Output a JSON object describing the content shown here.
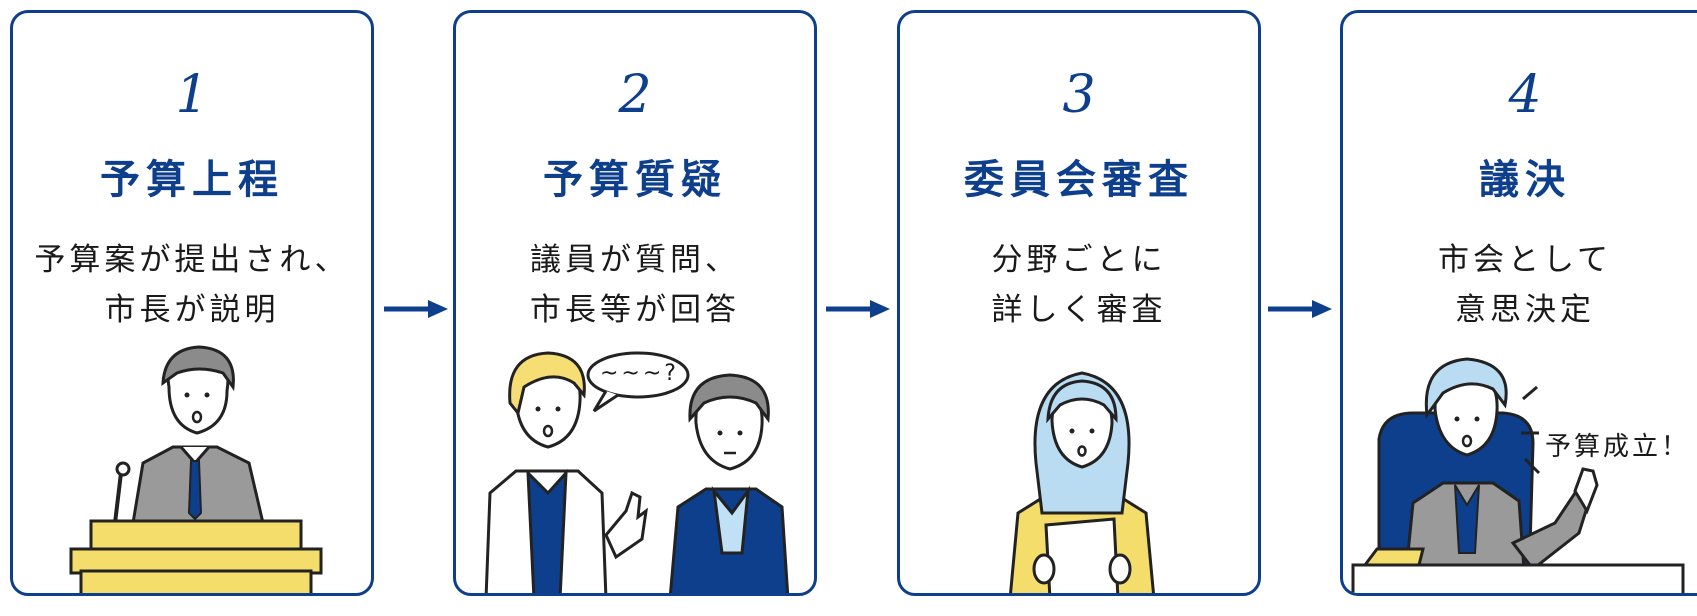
{
  "steps": [
    {
      "number": "1",
      "title": "予算上程",
      "desc_lines": [
        "予算案が提出され、",
        "市長が説明"
      ]
    },
    {
      "number": "2",
      "title": "予算質疑",
      "desc_lines": [
        "議員が質問、",
        "市長等が回答"
      ],
      "bubble": "~~~?"
    },
    {
      "number": "3",
      "title": "委員会審査",
      "desc_lines": [
        "分野ごとに",
        "詳しく審査"
      ]
    },
    {
      "number": "4",
      "title": "議決",
      "desc_lines": [
        "市会として",
        "意思決定"
      ],
      "speech": "予算成立！"
    }
  ],
  "colors": {
    "accent": "#0d3f8c",
    "podium": "#f4dd6b",
    "hair_yellow": "#f6de74",
    "hair_blue": "#b9dcf2",
    "suit_gray": "#9a9a9a"
  }
}
